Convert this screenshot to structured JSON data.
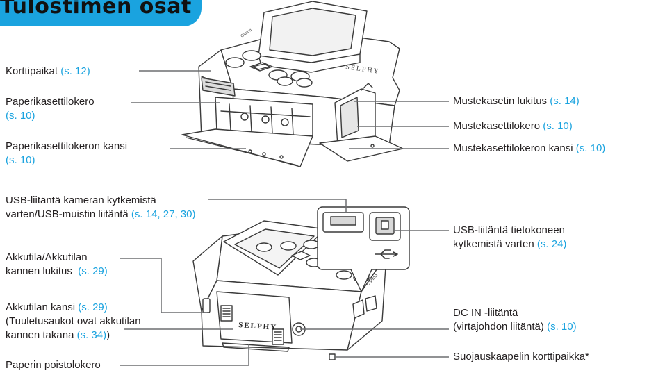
{
  "title": "Tulostimen osat",
  "labels": {
    "card_slots": {
      "text": "Korttipaikat",
      "ref": "(s. 12)"
    },
    "paper_cassette_compartment": {
      "line1": "Paperikasettilokero",
      "ref": "(s. 10)"
    },
    "paper_cassette_cover": {
      "line1": "Paperikasettilokeron kansi",
      "ref": "(s. 10)"
    },
    "ink_lock": {
      "text": "Mustekasetin lukitus",
      "ref": "(s. 14)"
    },
    "ink_compartment": {
      "text": "Mustekasettilokero",
      "ref": "(s. 10)"
    },
    "ink_cover": {
      "text": "Mustekasettilokeron kansi",
      "ref": "(s. 10)"
    },
    "usb_camera": {
      "line1": "USB-liitäntä kameran kytkemistä",
      "line2": "varten/USB-muistin liitäntä",
      "ref": "(s. 14, 27, 30)"
    },
    "usb_computer": {
      "line1": "USB-liitäntä tietokoneen",
      "line2": "kytkemistä varten",
      "ref": "(s. 24)"
    },
    "battery_lock": {
      "line1": "Akkutila/Akkutilan",
      "line2": "kannen lukitus",
      "ref": "(s. 29)"
    },
    "battery_cover": {
      "line1": "Akkutilan kansi",
      "ref1": "(s. 29)",
      "line2": "(Tuuletusaukot ovat akkutilan",
      "line3": "kannen takana",
      "ref3": "(s. 34)",
      "close3": ")"
    },
    "dc_in": {
      "line1": "DC IN -liitäntä",
      "line2": "(virtajohdon liitäntä)",
      "ref": "(s. 10)"
    },
    "paper_exit": {
      "text": "Paperin poistolokero"
    },
    "security_slot": {
      "text": "Suojauskaapelin korttipaikka*"
    }
  },
  "printer_text": {
    "brand": "Canon",
    "model": "SELPHY"
  },
  "colors": {
    "accent": "#1aa3df",
    "text": "#231f20",
    "line": "#6d6e71"
  }
}
